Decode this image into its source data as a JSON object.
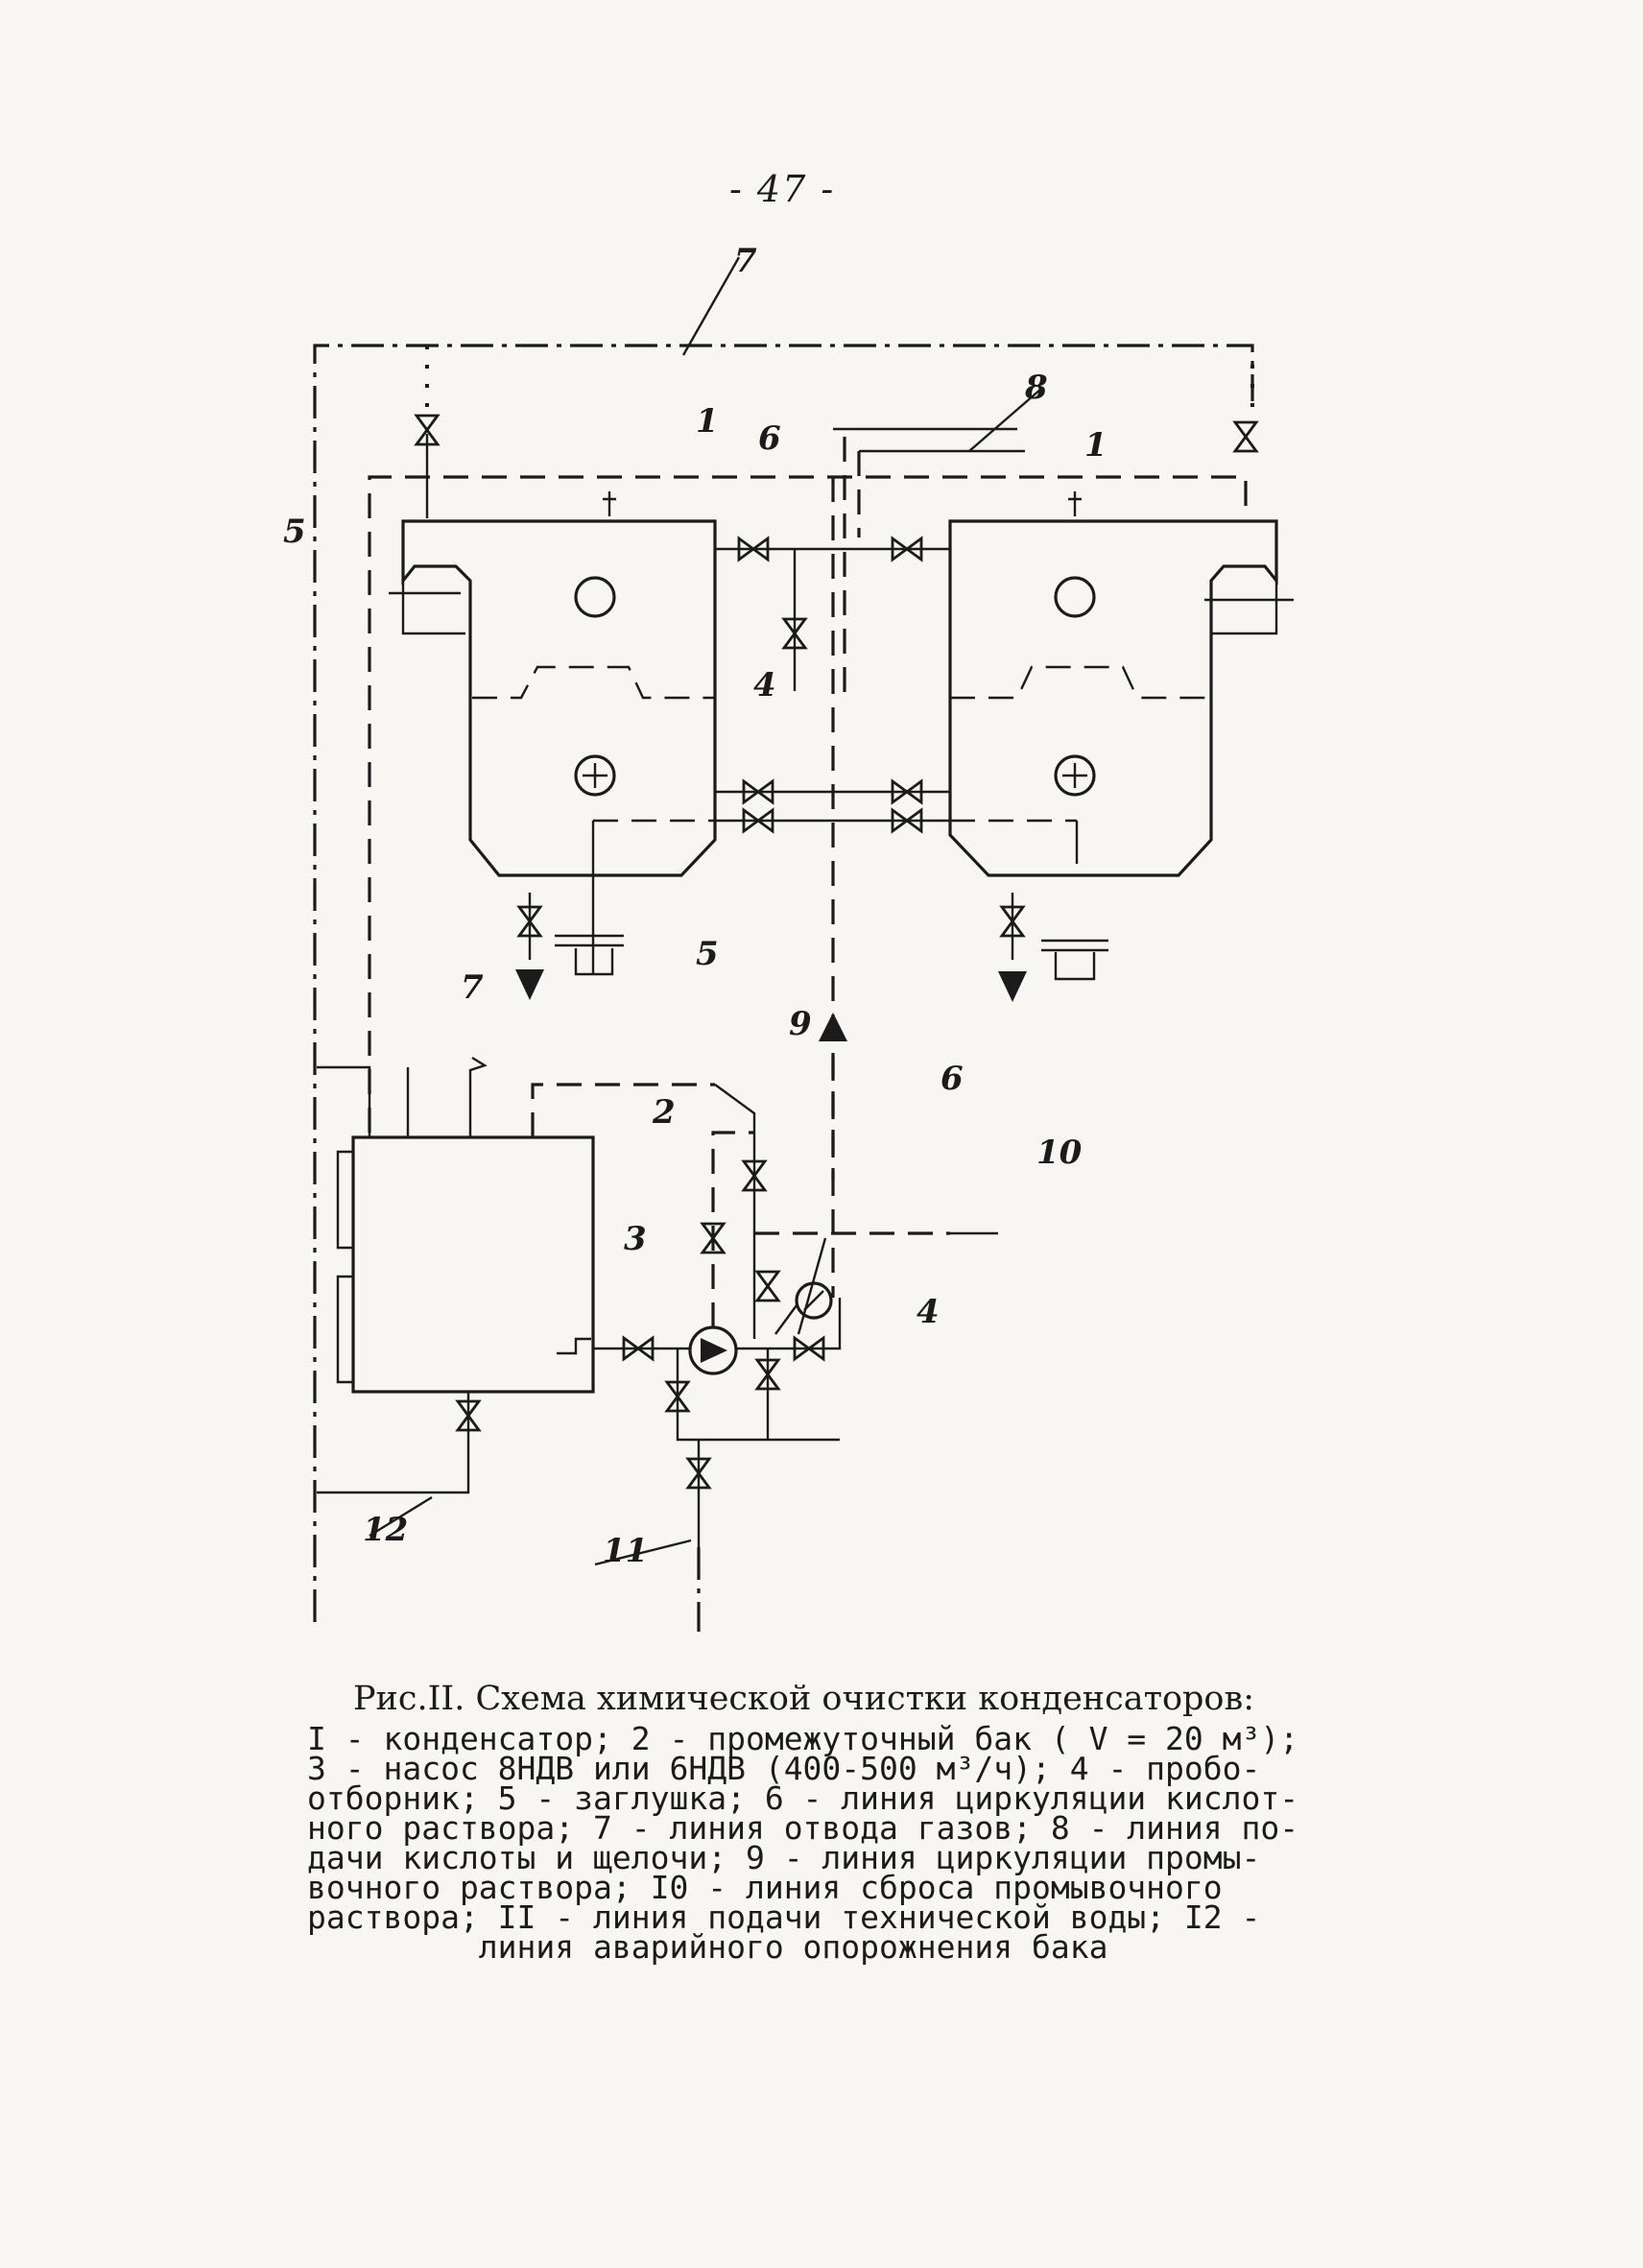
{
  "page_number": "- 47 -",
  "diagram": {
    "callouts": {
      "condenser_left": "1",
      "condenser_right": "1",
      "tank": "2",
      "pump": "3",
      "sampler_upper": "4",
      "sampler_lower": "4",
      "plug_upper": "5",
      "plug_lower": "5",
      "acid_line_upper": "6",
      "acid_line_lower": "6",
      "gas_line_top": "7",
      "gas_line_tank": "7",
      "acid_alkali_line": "8",
      "rinse_line": "9",
      "drain_line": "10",
      "water_line": "11",
      "emergency_line": "12"
    }
  },
  "caption": {
    "title": "Рис.II. Схема химической очистки конденсаторов:",
    "lines": [
      "I - конденсатор; 2 - промежуточный бак ( V = 20 м³);",
      "3 - насос 8НДВ или 6НДВ (400-500 м³/ч); 4 - пробо-",
      "отборник; 5 - заглушка; 6 - линия циркуляции кислот-",
      "ного раствора; 7 - линия отвода газов; 8 - линия по-",
      "дачи кислоты и щелочи; 9 - линия циркуляции промы-",
      "вочного раствора; I0 - линия сброса промывочного",
      "раствора; II - линия подачи технической воды; I2 -",
      "         линия аварийного опорожнения бака"
    ]
  }
}
